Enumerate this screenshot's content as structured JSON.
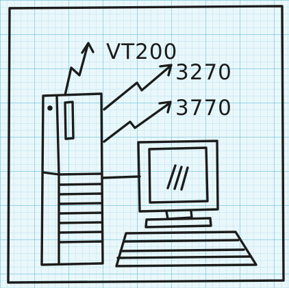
{
  "diagram": {
    "terminal_protocols": [
      "VT200",
      "3270",
      "3770"
    ],
    "colors": {
      "ink": "#1c1c1c",
      "grid_fine": "#a9dde9",
      "grid_major": "#66bfd6",
      "paper": "#ffffff",
      "background": "#e9f7fb"
    },
    "icons": {
      "server": "tower-computer-icon",
      "workstation": "monitor-keyboard-icon",
      "link": "lightning-arrow-icon"
    }
  }
}
